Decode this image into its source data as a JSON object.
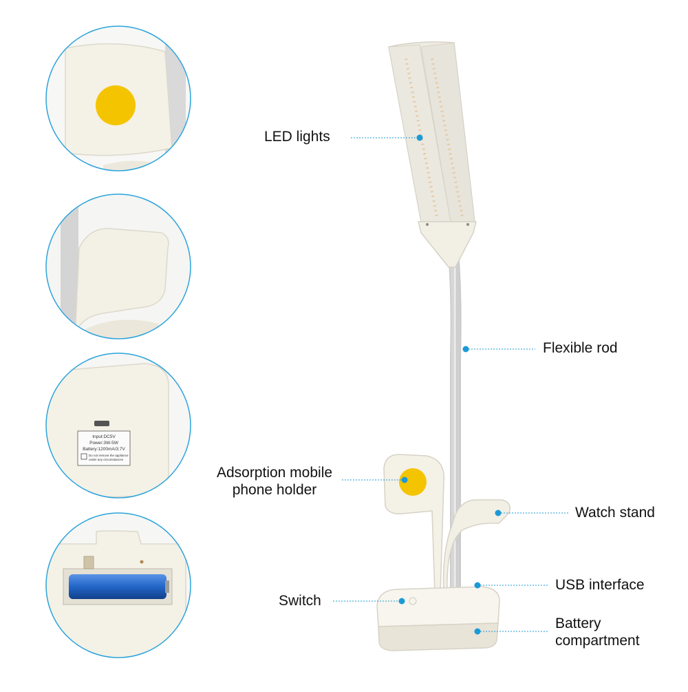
{
  "colors": {
    "accent": "#1a9ad6",
    "body": "#f3efe2",
    "yellow": "#f5c400",
    "battery": "#2266c8"
  },
  "callouts": {
    "led": "LED lights",
    "rod": "Flexible rod",
    "holder_line1": "Adsorption mobile",
    "holder_line2": "phone holder",
    "watch": "Watch stand",
    "usb": "USB interface",
    "switch": "Switch",
    "battery_line1": "Battery",
    "battery_line2": "compartment"
  },
  "spec_label": {
    "input": "Input:DC5V",
    "power": "Power:3W-5W",
    "battery": "Battery:1200mA/3.7V",
    "warning1": "Do not remove the appliance",
    "warning2": "under any circumstances"
  }
}
